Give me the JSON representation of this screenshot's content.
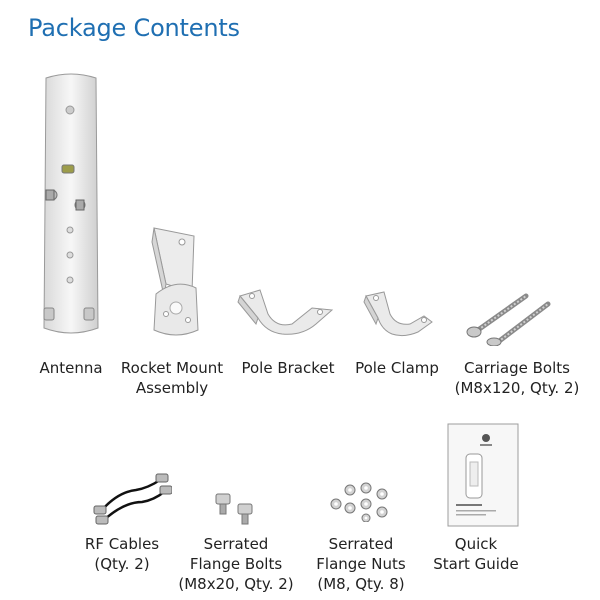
{
  "title": "Package Contents",
  "items": [
    {
      "id": "antenna",
      "lines": [
        "Antenna"
      ]
    },
    {
      "id": "rocket-mount",
      "lines": [
        "Rocket Mount",
        "Assembly"
      ]
    },
    {
      "id": "pole-bracket",
      "lines": [
        "Pole Bracket"
      ]
    },
    {
      "id": "pole-clamp",
      "lines": [
        "Pole Clamp"
      ]
    },
    {
      "id": "carriage-bolts",
      "lines": [
        "Carriage Bolts",
        "(M8x120, Qty. 2)"
      ]
    },
    {
      "id": "rf-cables",
      "lines": [
        "RF Cables",
        "(Qty. 2)"
      ]
    },
    {
      "id": "flange-bolts",
      "lines": [
        "Serrated",
        "Flange Bolts",
        "(M8x20, Qty. 2)"
      ]
    },
    {
      "id": "flange-nuts",
      "lines": [
        "Serrated",
        "Flange Nuts",
        "(M8, Qty. 8)"
      ]
    },
    {
      "id": "quick-start",
      "lines": [
        "Quick",
        "Start Guide"
      ]
    }
  ],
  "colors": {
    "title": "#1f6fb2",
    "text": "#222222"
  }
}
